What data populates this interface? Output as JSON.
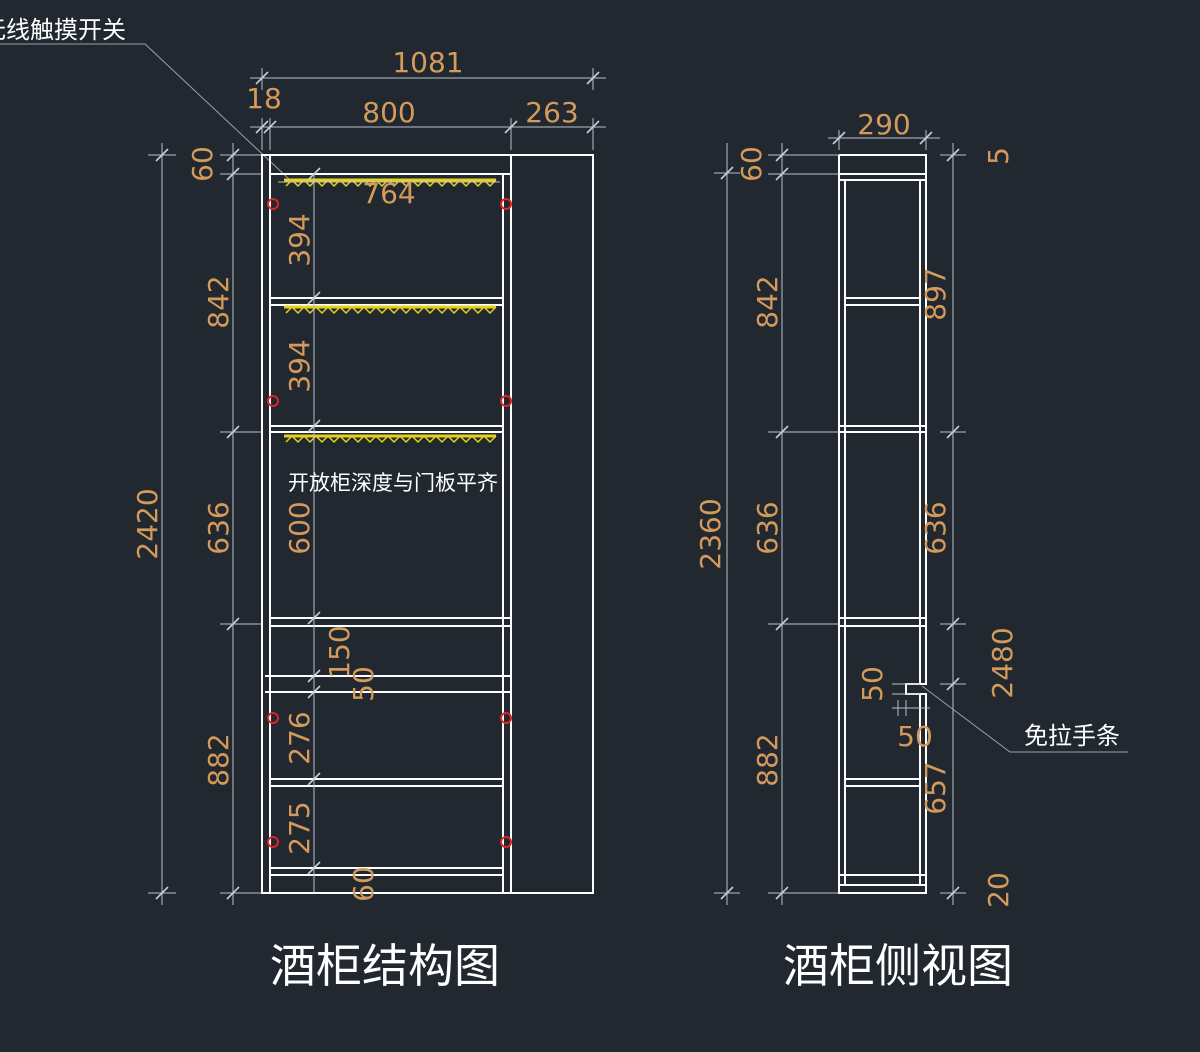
{
  "labels": {
    "touch_switch": "无线触摸开关",
    "open_depth_note": "开放柜深度与门板平齐",
    "handle_strip": "免拉手条",
    "title_front": "酒柜结构图",
    "title_side": "酒柜侧视图"
  },
  "front_view": {
    "overall_width": "1081",
    "panel_thickness": "18",
    "open_width": "800",
    "door_width": "263",
    "inner_width": "764",
    "overall_height": "2420",
    "section_heights": [
      "60",
      "842",
      "636",
      "882"
    ],
    "shelf_spacings": [
      "394",
      "394",
      "600",
      "150",
      "50",
      "276",
      "275",
      "60"
    ]
  },
  "side_view": {
    "depth": "290",
    "overall_height": "2360",
    "section_heights": [
      "60",
      "842",
      "636",
      "882"
    ],
    "right_dims": [
      "5",
      "897",
      "636",
      "2480",
      "657",
      "20"
    ],
    "groove_dims": [
      "50",
      "50"
    ]
  },
  "colors": {
    "background": "#212830",
    "lines": "#ffffff",
    "dimension_text": "#d39a5c",
    "led_strip": "#e6d020",
    "hinge_marks": "#e02424"
  }
}
